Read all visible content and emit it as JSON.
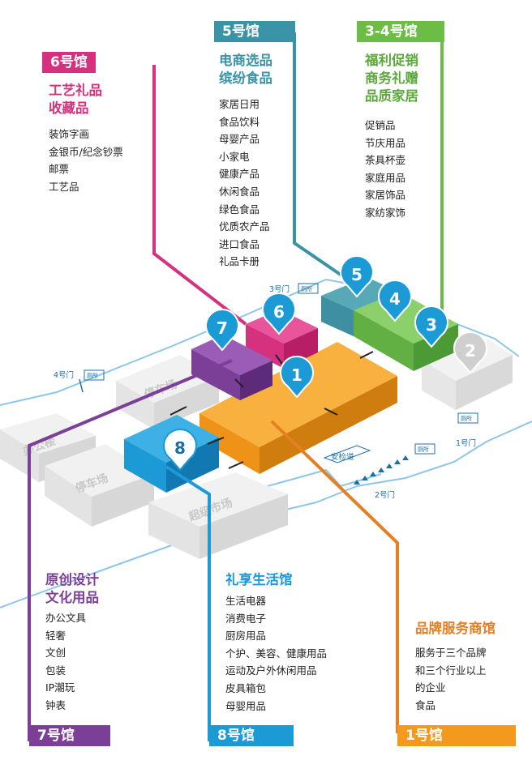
{
  "halls": {
    "h6": {
      "tag": "6号馆",
      "title": [
        "工艺礼品",
        "收藏品"
      ],
      "items": [
        "装饰字画",
        "金银币/纪念钞票",
        "邮票",
        "工艺品"
      ],
      "color": "#d6317f"
    },
    "h5": {
      "tag": "5号馆",
      "title": [
        "电商选品",
        "缤纷食品"
      ],
      "items": [
        "家居日用",
        "食品饮料",
        "母婴产品",
        "小家电",
        "健康产品",
        "休闲食品",
        "绿色食品",
        "优质农产品",
        "进口食品",
        "礼品卡册"
      ],
      "color": "#3a93a6"
    },
    "h34": {
      "tag": "3-4号馆",
      "title": [
        "福利促销",
        "商务礼赠",
        "品质家居"
      ],
      "items": [
        "促销品",
        "节庆用品",
        "茶具杯壶",
        "家庭用品",
        "家居饰品",
        "家纺家饰"
      ],
      "color": "#6cbd45"
    },
    "h7": {
      "tag": "7号馆",
      "title": [
        "原创设计",
        "文化用品"
      ],
      "items": [
        "办公文具",
        "轻奢",
        "文创",
        "包装",
        "IP潮玩",
        "钟表"
      ],
      "color": "#7b3f98"
    },
    "h8": {
      "tag": "8号馆",
      "title": [
        "礼享生活馆"
      ],
      "items": [
        "生活电器",
        "消费电子",
        "厨房用品",
        "个护、美容、健康用品",
        "运动及户外休闲用品",
        "皮具箱包",
        "母婴用品"
      ],
      "color": "#1b9ad6"
    },
    "h1": {
      "tag": "1号馆",
      "title": [
        "品牌服务商馆"
      ],
      "items": [
        "服务于三个品牌",
        "和三个行业以上",
        "的企业",
        "食品"
      ],
      "color": "#f39a1e"
    }
  },
  "map": {
    "hall_numbers": [
      "1",
      "2",
      "3",
      "4",
      "5",
      "6",
      "7",
      "8"
    ],
    "buildings": [
      "停车场",
      "办公楼",
      "超级市场",
      "停车场"
    ],
    "gates": {
      "g1": "1号门",
      "g2": "2号门",
      "g3": "3号门",
      "g4": "4号门",
      "toilet": "厕所",
      "security": "安检道"
    }
  },
  "colors": {
    "orange": "#f39a1e",
    "green": "#6cbd45",
    "teal": "#3a93a6",
    "magenta": "#d6317f",
    "purple": "#7b3f98",
    "blue": "#1b9ad6",
    "grey": "#c8c8c8",
    "route": "#4aa3dc"
  }
}
